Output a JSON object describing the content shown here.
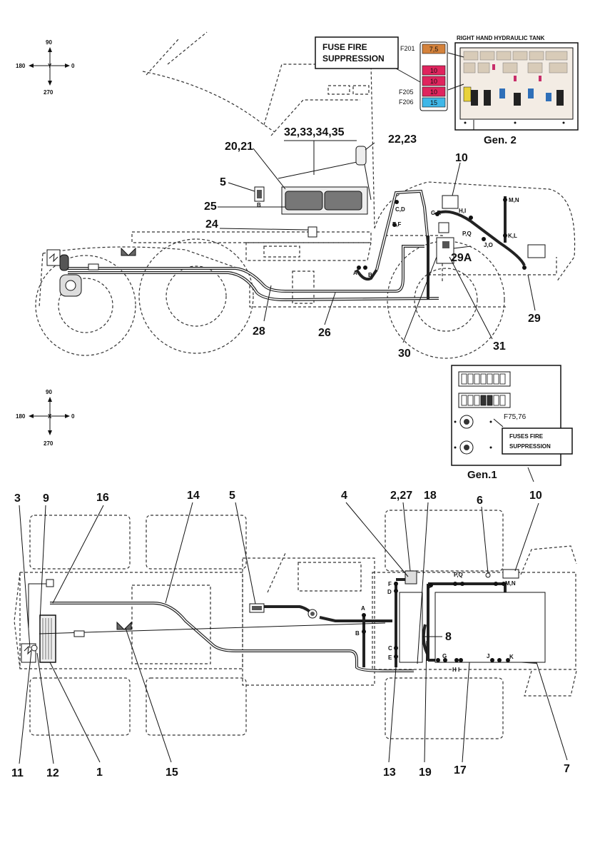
{
  "top_view": {
    "compass": {
      "n": "90",
      "w": "180",
      "e": "0",
      "s": "270",
      "center": "Y"
    },
    "fuse_callout": {
      "line1": "FUSE FIRE",
      "line2": "SUPPRESSION"
    },
    "tank_title": "RIGHT HAND HYDRAULIC TANK",
    "gen_label": "Gen. 2",
    "fuse_labels": {
      "f201": "F201",
      "f205": "F205",
      "f206": "F206"
    },
    "fuse_values": [
      "7,5",
      "10",
      "10",
      "10",
      "15"
    ],
    "fuse_colors": [
      "#d4823b",
      "#e0245e",
      "#e0245e",
      "#e0245e",
      "#3fb7e8"
    ],
    "callouts": {
      "c32": "32,33,34,35",
      "c2021": "20,21",
      "c2223": "22,23",
      "c5": "5",
      "c25": "25",
      "c24": "24",
      "c10": "10",
      "c28": "28",
      "c26": "26",
      "c30": "30",
      "c31": "31",
      "c29": "29",
      "c29a": "29A"
    },
    "small": {
      "cd": "C,D",
      "ef": "E,F",
      "gr": "G,R",
      "hi": "H,I",
      "mn": "M,N",
      "pq": "P,Q",
      "jo": "J,O",
      "kl": "K,L",
      "a": "A",
      "b": "B",
      "blk": "B"
    }
  },
  "bottom_view": {
    "compass": {
      "n": "90",
      "w": "180",
      "e": "0",
      "s": "270",
      "center": "X"
    },
    "fuse_callout": {
      "line1": "FUSES FIRE",
      "line2": "SUPPRESSION"
    },
    "fuse_ref": "F75,76",
    "gen_label": "Gen.1",
    "callouts": {
      "c3": "3",
      "c9": "9",
      "c16": "16",
      "c14": "14",
      "c5": "5",
      "c4": "4",
      "c227": "2,27",
      "c18": "18",
      "c6": "6",
      "c10": "10",
      "c8": "8",
      "c11": "11",
      "c12": "12",
      "c1": "1",
      "c15": "15",
      "c13": "13",
      "c19": "19",
      "c17": "17",
      "c7": "7"
    },
    "small": {
      "pq": "P,Q",
      "mn": "M,N",
      "p": "P",
      "f": "F",
      "d": "D",
      "a": "A",
      "b": "B",
      "c": "C",
      "e": "E",
      "g": "G",
      "hi": "H I",
      "j": "J",
      "k": "K"
    }
  }
}
